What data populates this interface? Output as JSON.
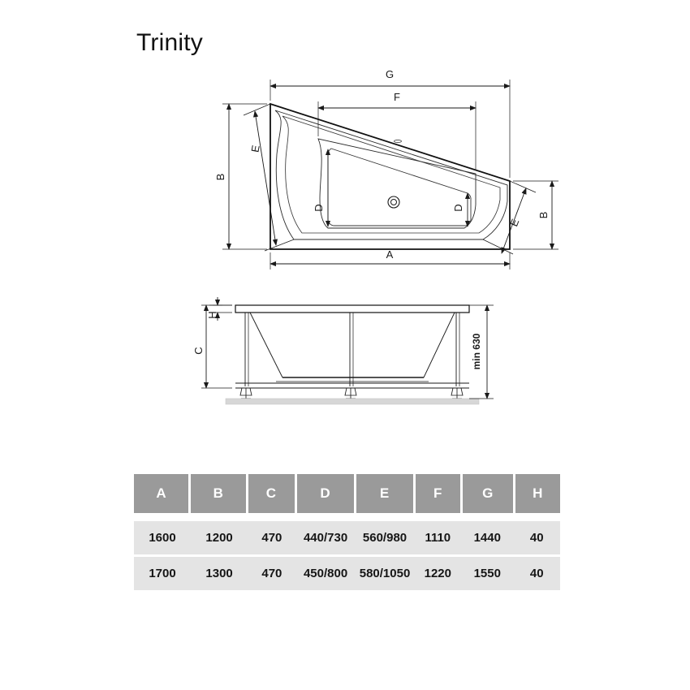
{
  "page": {
    "title": "Trinity",
    "background": "#ffffff",
    "line_color": "#1a1a1a"
  },
  "top_view": {
    "name": "bathtub-top-view",
    "dimension_labels": {
      "g": "G",
      "f": "F",
      "a": "A",
      "b_left": "B",
      "b_right": "B",
      "e_left": "E",
      "e_right": "E",
      "d_left": "D",
      "d_right": "D"
    },
    "features": {
      "drain": "drain-outlet",
      "overflow": "overflow-outlet"
    }
  },
  "side_view": {
    "name": "bathtub-side-view",
    "dimension_labels": {
      "c": "C",
      "h": "H",
      "min_height": "min 630"
    },
    "features": {
      "feet_count": 3,
      "floor_line": "floor-reference-line"
    }
  },
  "spec_table": {
    "headers": [
      "A",
      "B",
      "C",
      "D",
      "E",
      "F",
      "G",
      "H"
    ],
    "header_background": "#9a9a9a",
    "row_background": "#e4e4e4",
    "rows": [
      {
        "A": "1600",
        "B": "1200",
        "C": "470",
        "D": "440/730",
        "E": "560/980",
        "F": "1110",
        "G": "1440",
        "H": "40"
      },
      {
        "A": "1700",
        "B": "1300",
        "C": "470",
        "D": "450/800",
        "E": "580/1050",
        "F": "1220",
        "G": "1550",
        "H": "40"
      }
    ]
  }
}
